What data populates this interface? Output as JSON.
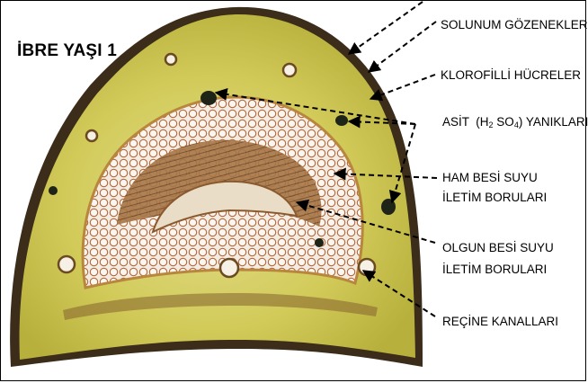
{
  "diagram": {
    "title": "İBRE YAŞI 1",
    "labels": {
      "stomata": "SOLUNUM GÖZENEKLERİ",
      "chlorophyll": "KLOROFİLLİ HÜCRELER",
      "acid_burn_prefix": "ASİT",
      "acid_h": "H",
      "acid_h_sub": "2",
      "acid_so": "SO",
      "acid_so_sub": "4",
      "acid_burn_suffix": "YANIKLARI",
      "xylem_line1": "HAM BESİ SUYU",
      "xylem_line2": "İLETİM BORULARI",
      "phloem_line1": "OLGUN BESİ SUYU",
      "phloem_line2": "İLETİM BORULARI",
      "resin": "REÇİNE KANALLARI"
    },
    "colors": {
      "epidermis": "#3a2a1a",
      "mesophyll": "#c9c24a",
      "mesophyll_light": "#dcd67a",
      "endodermis": "#e8dccb",
      "vascular": "#8a5a2e",
      "cell_outline": "#a0542a",
      "arrow": "#000000"
    }
  }
}
